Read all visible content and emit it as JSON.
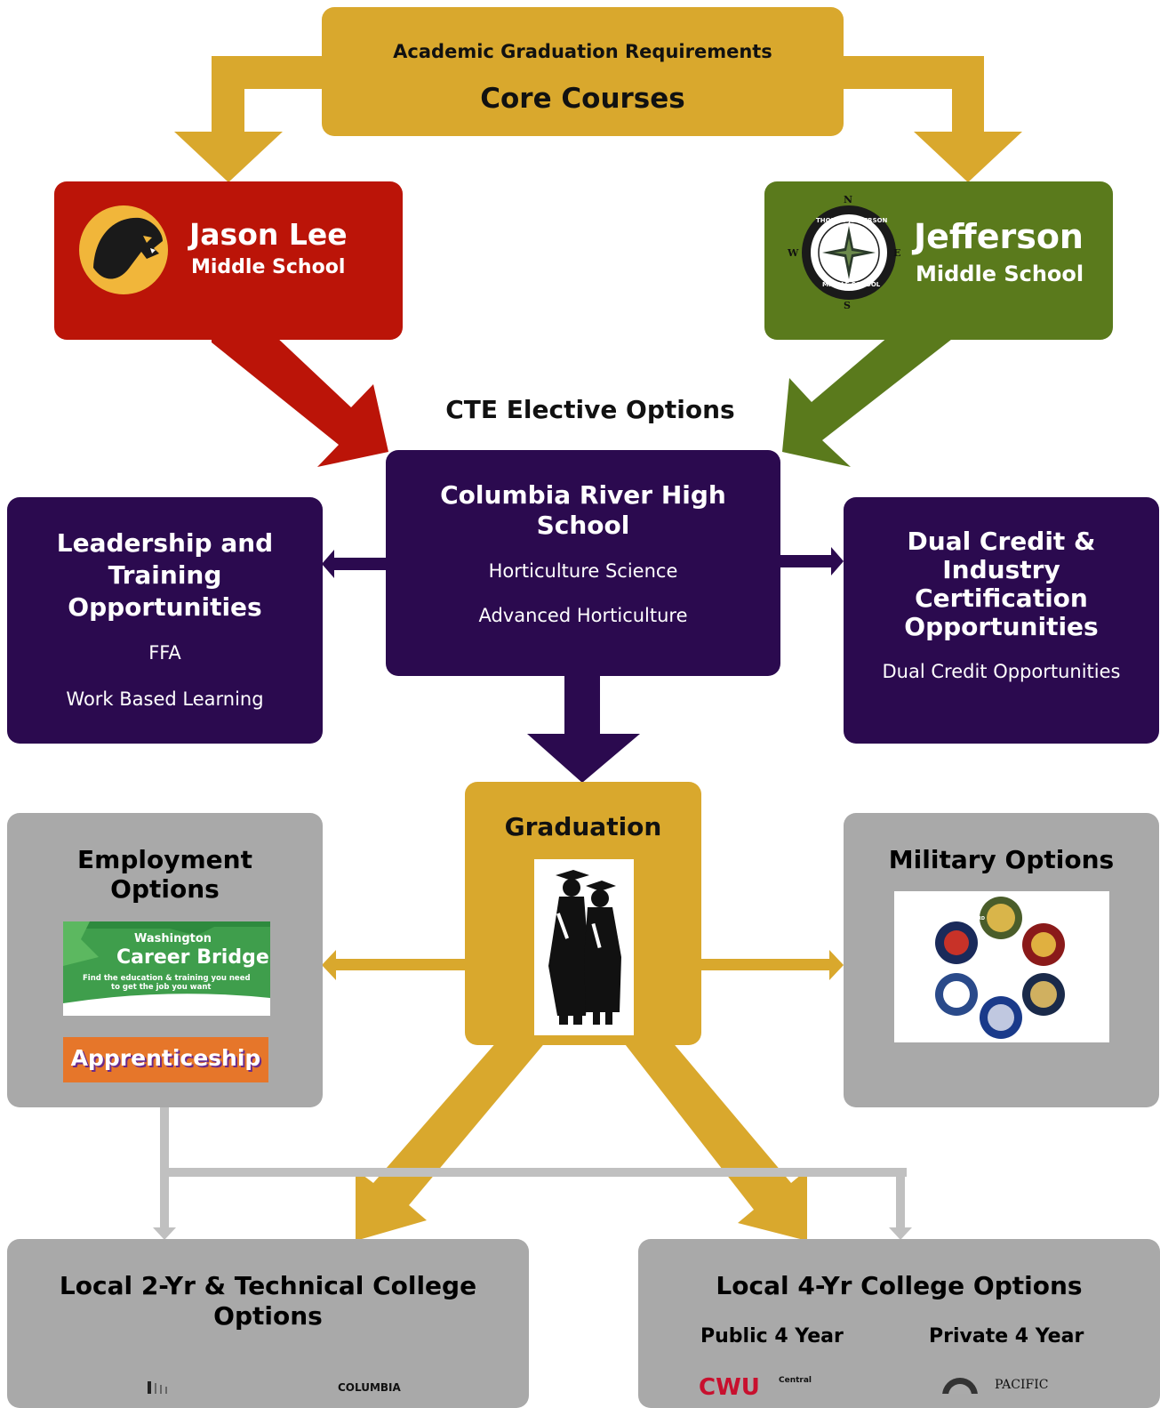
{
  "top": {
    "subtitle": "Academic Graduation Requirements",
    "title": "Core Courses"
  },
  "jason_lee": {
    "name": "Jason Lee",
    "sub": "Middle School"
  },
  "jefferson": {
    "name": "Jefferson",
    "sub": "Middle School",
    "seal_text_top": "THOMAS JEFFERSON",
    "seal_text_bottom": "MIDDLE SCHOOL",
    "compass": [
      "N",
      "E",
      "S",
      "W"
    ]
  },
  "cte_label": "CTE Elective Options",
  "crhs": {
    "title": "Columbia River High School",
    "items": [
      "Horticulture Science",
      "Advanced Horticulture"
    ]
  },
  "leadership": {
    "title": "Leadership and Training Opportunities",
    "items": [
      "FFA",
      "Work Based Learning"
    ]
  },
  "dual_credit": {
    "title": "Dual Credit & Industry Certification Opportunities",
    "items": [
      "Dual Credit Opportunities"
    ]
  },
  "graduation": {
    "title": "Graduation"
  },
  "employment": {
    "title": "Employment Options",
    "career_bridge": {
      "line1": "Washington",
      "line2": "Career Bridge",
      "line3": "Find the education & training you need",
      "line4": "to get the job you want"
    },
    "apprenticeship": "Apprenticeship"
  },
  "military": {
    "title": "Military Options",
    "seal_label": "NATIONAL GUARD"
  },
  "two_year": {
    "title": "Local 2-Yr & Technical College Options",
    "logo_text": "COLUMBIA"
  },
  "four_year": {
    "title": "Local 4-Yr College Options",
    "public_label": "Public 4 Year",
    "private_label": "Private 4 Year",
    "cwu_text": "CWU",
    "cwu_small": "Central",
    "pacific_text": "PACIFIC"
  },
  "colors": {
    "gold": "#d9a82d",
    "red": "#bb1408",
    "green": "#5a7a1c",
    "purple": "#2b0a4f",
    "grey": "#a9a9a9"
  }
}
